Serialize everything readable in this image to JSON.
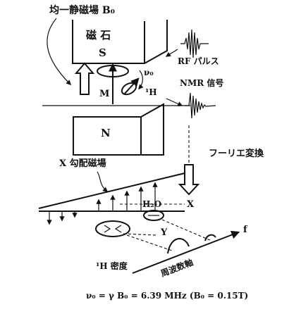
{
  "labels": {
    "field": "均一静磁場 B₀",
    "magnet": "磁 石",
    "south": "S",
    "north": "N",
    "magnetization": "M",
    "nu0": "ν₀",
    "proton": "¹H",
    "rf_pulse": "RF パルス",
    "nmr_signal": "NMR 信号",
    "fourier": "フーリエ変換",
    "gradient": "X 勾配磁場",
    "water": "H₂O",
    "x_axis": "X",
    "y_axis": "Y",
    "f_axis": "f",
    "density": "¹H 密度",
    "freq_axis": "周波数軸",
    "equation": "ν₀ = γ B₀ = 6.39 MHz (B₀ = 0.15T)"
  }
}
